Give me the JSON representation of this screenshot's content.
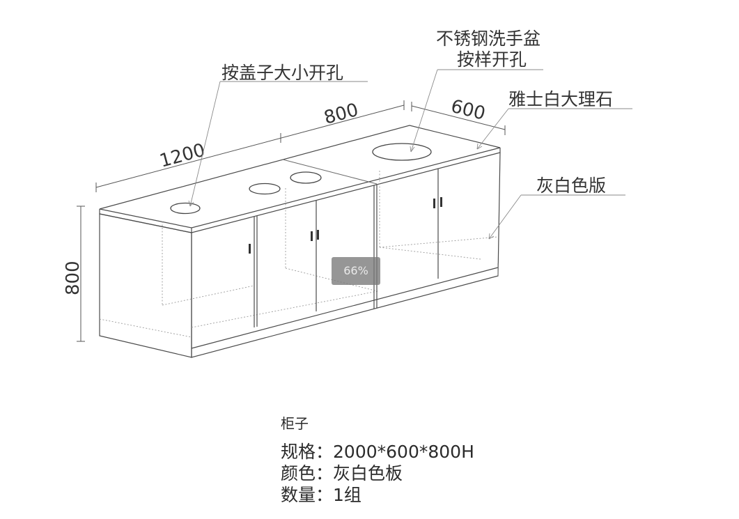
{
  "diagram": {
    "dimensions": {
      "length_left": "1200",
      "length_right": "800",
      "depth": "600",
      "height": "800"
    },
    "callouts": {
      "cutout_holes": "按盖子大小开孔",
      "basin_line1": "不锈钢洗手盆",
      "basin_line2": "按样开孔",
      "countertop": "雅士白大理石",
      "panel": "灰白色版"
    }
  },
  "zoom": {
    "label": "66%"
  },
  "spec": {
    "title": "柜子",
    "rows": [
      {
        "label": "规格：",
        "value": "2000*600*800H"
      },
      {
        "label": "颜色：",
        "value": "灰白色板"
      },
      {
        "label": "数量：",
        "value": "1组"
      }
    ]
  }
}
